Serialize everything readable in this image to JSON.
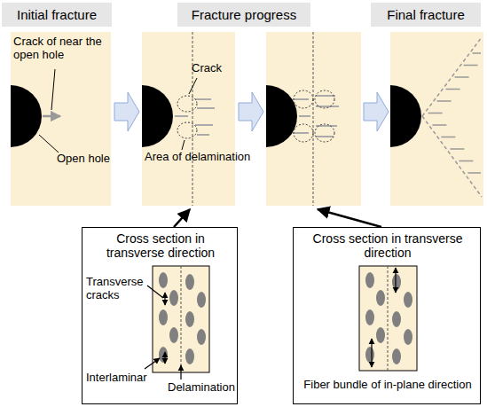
{
  "diagram": {
    "nodes": [
      {
        "text": [
          "Initial fracture"
        ]
      },
      {
        "text": [
          "Fracture progress"
        ]
      },
      {
        "text": [
          "Final fracture"
        ]
      },
      {
        "text": [
          "Cross section in transverse direction",
          "Transverse cracks",
          "Interlaminar",
          "Delamination"
        ]
      },
      {
        "text": [
          "Cross section in transverse direction",
          "Fiber bundle of in-plane direction"
        ]
      }
    ],
    "labels": [
      "Crack of near the open hole",
      "Open hole",
      "Crack",
      "Area of delamination"
    ]
  }
}
